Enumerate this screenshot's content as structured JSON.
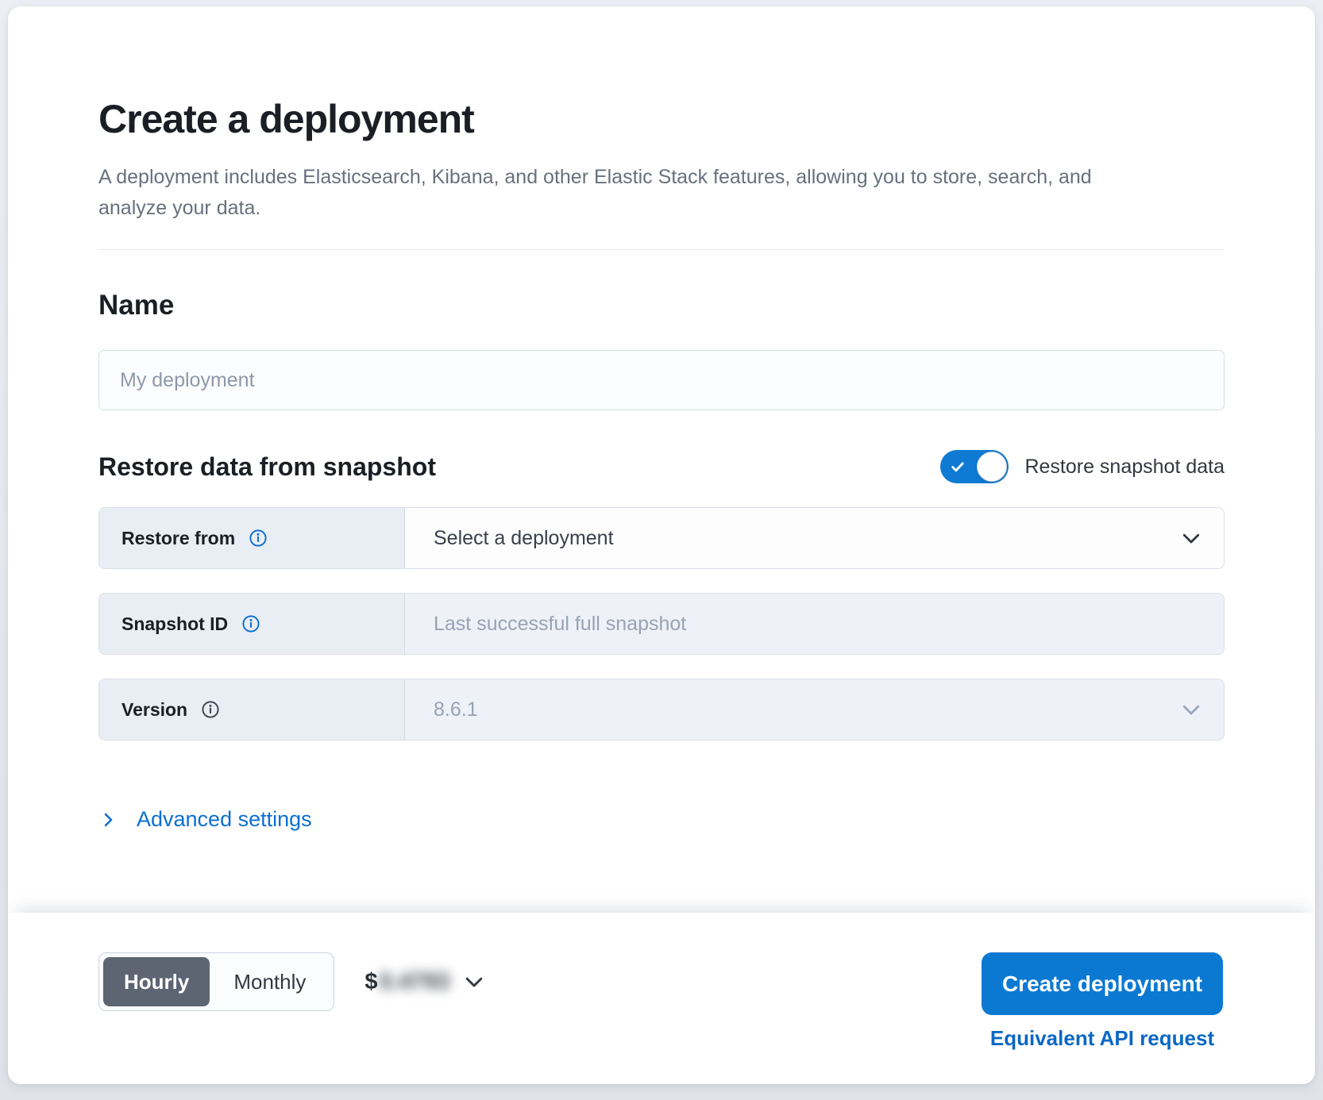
{
  "header": {
    "title": "Create a deployment",
    "subtitle": "A deployment includes Elasticsearch, Kibana, and other Elastic Stack features, allowing you to store, search, and analyze your data."
  },
  "name_section": {
    "heading": "Name",
    "placeholder": "My deployment"
  },
  "snapshot_section": {
    "heading": "Restore data from snapshot",
    "toggle_label": "Restore snapshot data",
    "toggle_state": "on",
    "restore_from": {
      "label": "Restore from",
      "value": "Select a deployment"
    },
    "snapshot_id": {
      "label": "Snapshot ID",
      "placeholder": "Last successful full snapshot"
    },
    "version": {
      "label": "Version",
      "value": "8.6.1"
    }
  },
  "advanced_settings": {
    "label": "Advanced settings"
  },
  "footer": {
    "billing_period": {
      "hourly_label": "Hourly",
      "monthly_label": "Monthly",
      "selected": "Hourly"
    },
    "price": {
      "currency_symbol": "$",
      "amount_blurred": "0.4793"
    },
    "create_button_label": "Create deployment",
    "api_link_label": "Equivalent API request"
  },
  "colors": {
    "primary_button": "#0b79d2",
    "toggle_on": "#0e7ad3",
    "link": "#0b6fd2",
    "selected_segment": "#5d6472",
    "row_label_bg": "#e9edf4",
    "disabled_field_bg": "#eef1f7"
  }
}
